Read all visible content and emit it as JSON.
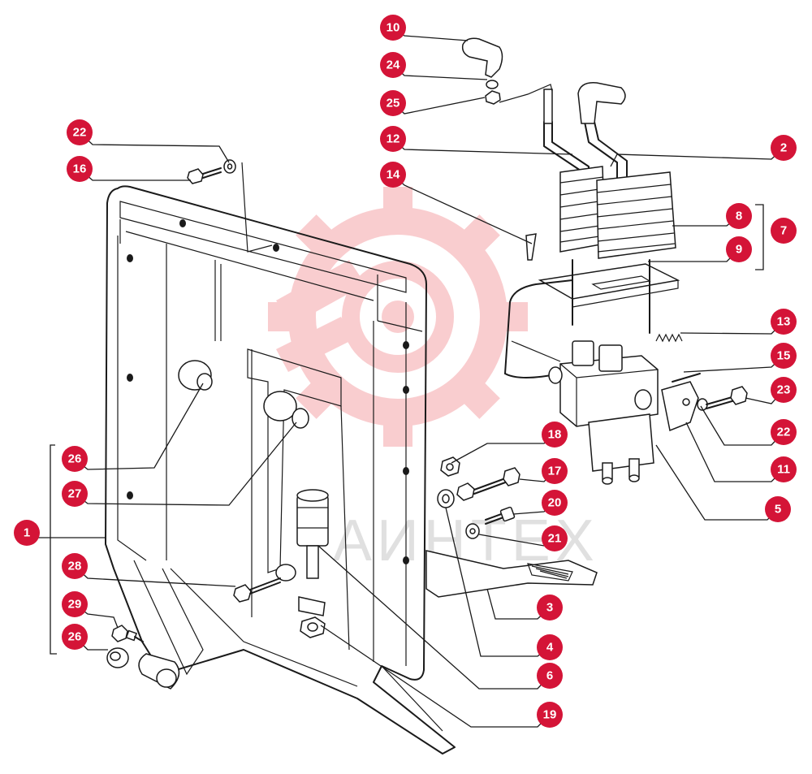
{
  "diagram": {
    "callout_color": "#d41437",
    "line_color": "#1a1a1a",
    "watermark_color": "#e8202a",
    "watermark_text": "АИНТЕХ",
    "callouts": [
      {
        "id": "c-10",
        "label": "10"
      },
      {
        "id": "c-24",
        "label": "24"
      },
      {
        "id": "c-25",
        "label": "25"
      },
      {
        "id": "c-22a",
        "label": "22"
      },
      {
        "id": "c-16",
        "label": "16"
      },
      {
        "id": "c-12",
        "label": "12"
      },
      {
        "id": "c-2",
        "label": "2"
      },
      {
        "id": "c-14",
        "label": "14"
      },
      {
        "id": "c-8",
        "label": "8"
      },
      {
        "id": "c-7",
        "label": "7"
      },
      {
        "id": "c-9",
        "label": "9"
      },
      {
        "id": "c-13",
        "label": "13"
      },
      {
        "id": "c-15",
        "label": "15"
      },
      {
        "id": "c-23",
        "label": "23"
      },
      {
        "id": "c-22b",
        "label": "22"
      },
      {
        "id": "c-11",
        "label": "11"
      },
      {
        "id": "c-5",
        "label": "5"
      },
      {
        "id": "c-18",
        "label": "18"
      },
      {
        "id": "c-17",
        "label": "17"
      },
      {
        "id": "c-20",
        "label": "20"
      },
      {
        "id": "c-21",
        "label": "21"
      },
      {
        "id": "c-26a",
        "label": "26"
      },
      {
        "id": "c-27",
        "label": "27"
      },
      {
        "id": "c-1",
        "label": "1"
      },
      {
        "id": "c-28",
        "label": "28"
      },
      {
        "id": "c-29",
        "label": "29"
      },
      {
        "id": "c-26b",
        "label": "26"
      },
      {
        "id": "c-3",
        "label": "3"
      },
      {
        "id": "c-4",
        "label": "4"
      },
      {
        "id": "c-6",
        "label": "6"
      },
      {
        "id": "c-19",
        "label": "19"
      }
    ]
  }
}
